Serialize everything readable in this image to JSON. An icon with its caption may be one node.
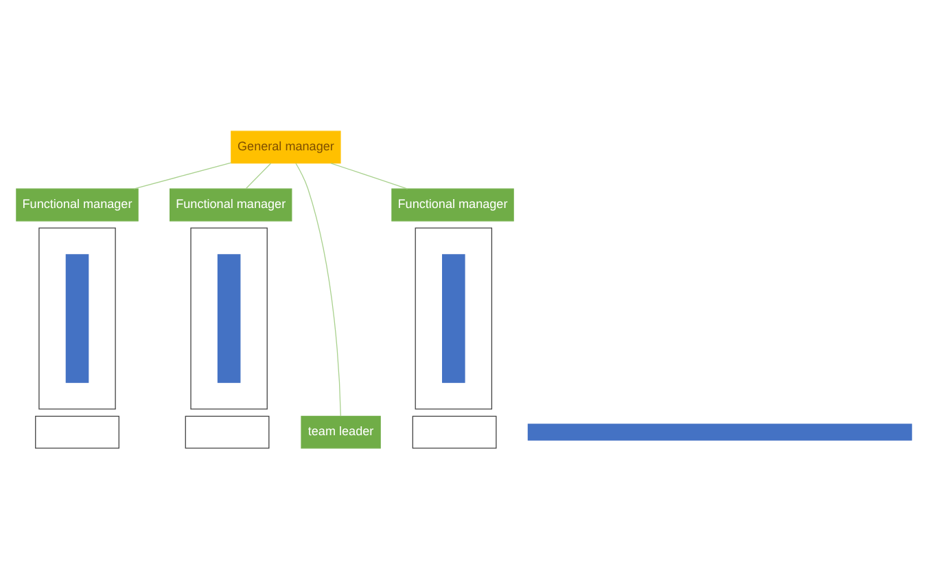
{
  "diagram": {
    "nodes": [
      {
        "text": [
          "General manager"
        ]
      },
      {
        "text": [
          "Functional manager"
        ]
      },
      {
        "text": [],
        "shape": "box"
      },
      {
        "text": [],
        "shape": "bar",
        "in": 2
      },
      {
        "text": [
          "Functional manager"
        ]
      },
      {
        "text": [],
        "shape": "box"
      },
      {
        "text": [],
        "shape": "bar",
        "in": 5
      },
      {
        "text": [
          "Functional manager"
        ]
      },
      {
        "text": [],
        "shape": "box"
      },
      {
        "text": [],
        "shape": "bar",
        "in": 8
      },
      {
        "text": [
          "team leader"
        ]
      },
      {
        "text": [],
        "shape": "bar"
      },
      {
        "text": [],
        "shape": "box"
      },
      {
        "text": [],
        "shape": "box"
      },
      {
        "text": [],
        "shape": "box"
      }
    ],
    "edges": [
      {
        "from": 0,
        "to": 1,
        "arrow": "none"
      },
      {
        "from": 0,
        "to": 4,
        "arrow": "none"
      },
      {
        "from": 0,
        "to": 7,
        "arrow": "none"
      },
      {
        "from": 0,
        "to": 10,
        "arrow": "none"
      }
    ]
  }
}
